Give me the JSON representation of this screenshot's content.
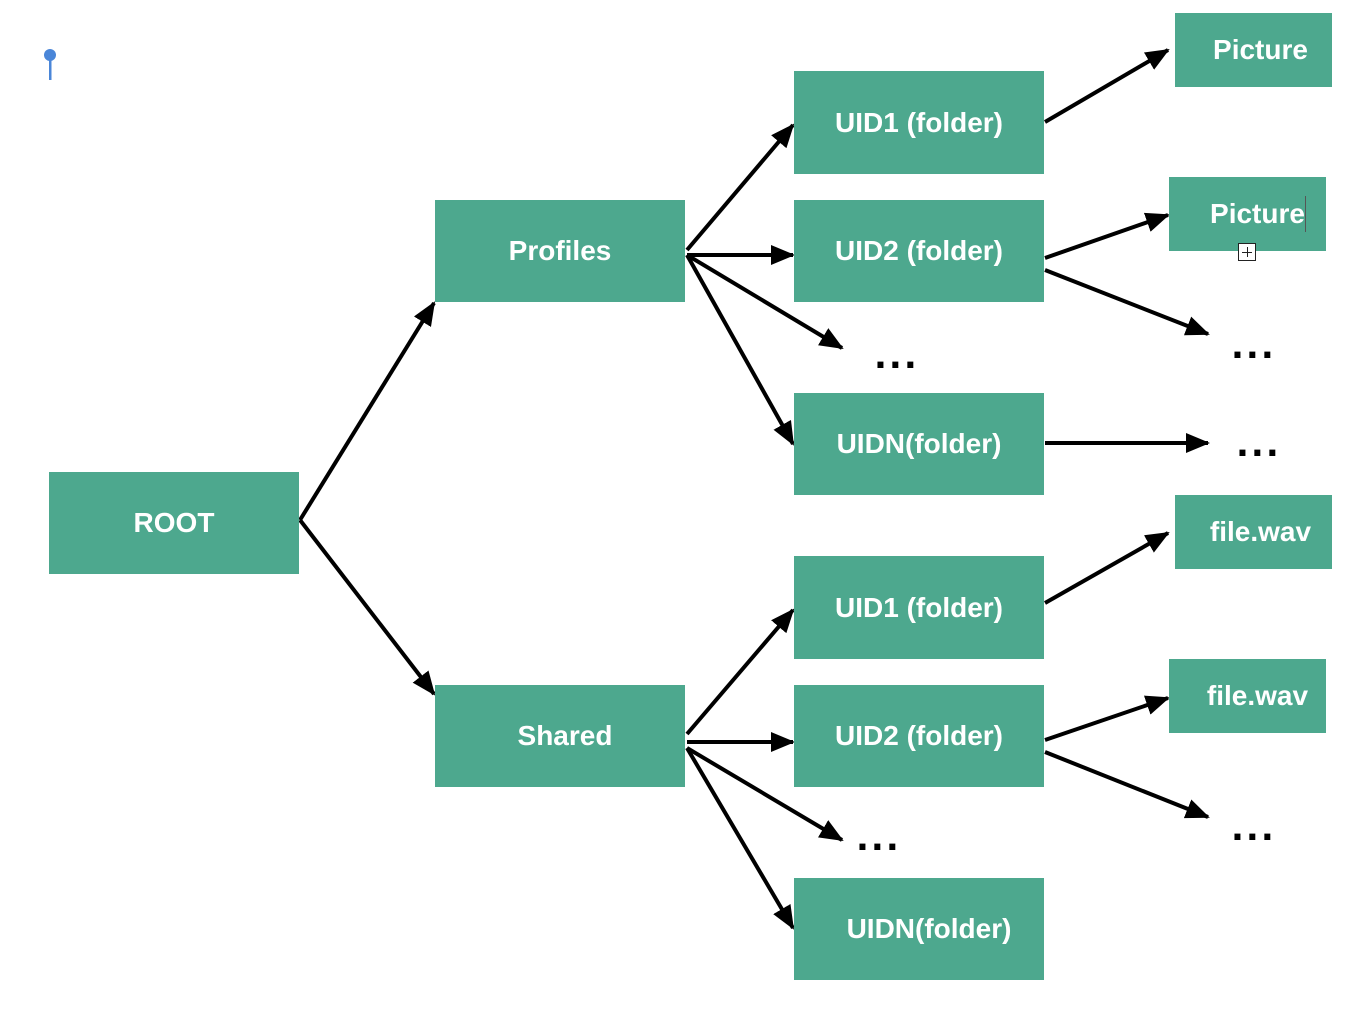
{
  "colors": {
    "node_fill": "#4da88e",
    "node_text": "#ffffff",
    "edge": "#000000",
    "pin": "#4a86d8"
  },
  "nodes": {
    "root": "ROOT",
    "profiles": "Profiles",
    "shared": "Shared",
    "profiles_uid1": "UID1 (folder)",
    "profiles_uid2": "UID2 (folder)",
    "profiles_uidn": "UIDN(folder)",
    "shared_uid1": "UID1 (folder)",
    "shared_uid2": "UID2 (folder)",
    "shared_uidn": "UIDN(folder)",
    "picture_1": "Picture",
    "picture_2": "Picture",
    "wav_1": "file.wav",
    "wav_2": "file.wav"
  },
  "ellipses": {
    "profiles_more": "...",
    "profiles_uid2_more": "...",
    "profiles_uidn_more": "...",
    "shared_more": "...",
    "shared_uid2_more": "..."
  },
  "icons": {
    "pin": "pin-icon",
    "add": "plus-box-icon"
  }
}
